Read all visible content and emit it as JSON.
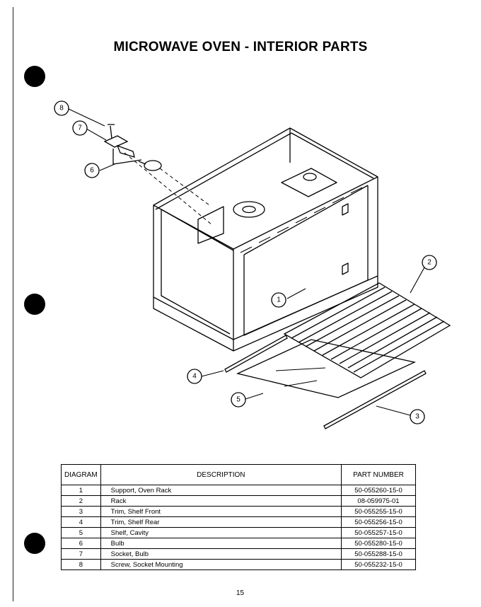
{
  "title": "MICROWAVE OVEN - INTERIOR PARTS",
  "callouts": [
    "1",
    "2",
    "3",
    "4",
    "5",
    "6",
    "7",
    "8"
  ],
  "table": {
    "headers": [
      "DIAGRAM",
      "DESCRIPTION",
      "PART NUMBER"
    ],
    "rows": [
      {
        "diagram": "1",
        "description": "Support, Oven Rack",
        "part_number": "50-055260-15-0"
      },
      {
        "diagram": "2",
        "description": "Rack",
        "part_number": "08-059975-01"
      },
      {
        "diagram": "3",
        "description": "Trim, Shelf Front",
        "part_number": "50-055255-15-0"
      },
      {
        "diagram": "4",
        "description": "Trim, Shelf Rear",
        "part_number": "50-055256-15-0"
      },
      {
        "diagram": "5",
        "description": "Shelf, Cavity",
        "part_number": "50-055257-15-0"
      },
      {
        "diagram": "6",
        "description": "Bulb",
        "part_number": "50-055280-15-0"
      },
      {
        "diagram": "7",
        "description": "Socket, Bulb",
        "part_number": "50-055288-15-0"
      },
      {
        "diagram": "8",
        "description": "Screw, Socket Mounting",
        "part_number": "50-055232-15-0"
      }
    ]
  },
  "page_number": "15"
}
